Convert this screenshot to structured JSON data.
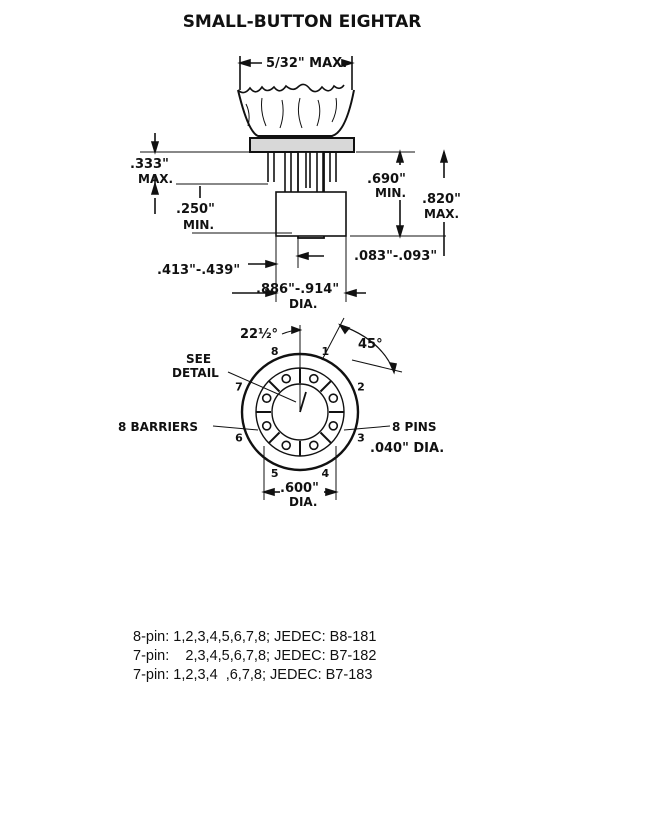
{
  "title": "SMALL-BUTTON EIGHTAR",
  "dimensions": {
    "max_width": "5/32\" MAX.",
    "base_height": ".333\"",
    "base_height_note": "MAX.",
    "pin_length": ".250\"",
    "pin_length_note": "MIN.",
    "seated_length": ".690\"",
    "seated_length_note": "MIN.",
    "total_length": ".820\"",
    "total_length_note": "MAX.",
    "key_offset": ".413\"-.439\"",
    "pin_offset": ".083\"-.093\"",
    "base_dia": ".886\"-.914\"",
    "base_dia_note": "DIA."
  },
  "bottom_view": {
    "angle_small": "22½°",
    "angle_large": "45°",
    "see_detail_1": "SEE",
    "see_detail_2": "DETAIL",
    "barriers": "8 BARRIERS",
    "pins": "8 PINS",
    "pin_dia": ".040\" DIA.",
    "circle_dia": ".600\"",
    "circle_dia_note": "DIA.",
    "pin_numbers": [
      "1",
      "2",
      "3",
      "4",
      "5",
      "6",
      "7",
      "8"
    ]
  },
  "notes": [
    "8-pin: 1,2,3,4,5,6,7,8; JEDEC: B8-181",
    "7-pin:    2,3,4,5,6,7,8; JEDEC: B7-182",
    "7-pin: 1,2,3,4  ,6,7,8; JEDEC: B7-183"
  ]
}
